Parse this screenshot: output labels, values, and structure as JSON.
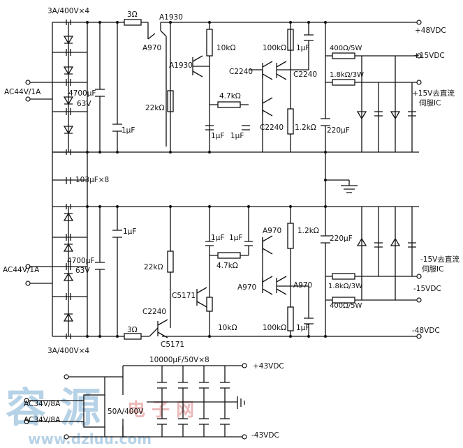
{
  "labels": {
    "fuse_top": "3A/400V×4",
    "fuse_bottom": "3A/400V×4",
    "r3_top": "3Ω",
    "r3_bottom": "3Ω",
    "q_a1930_top": "A1930",
    "q_a970_top": "A970",
    "q_a1930_mid": "A1930",
    "r10k_top": "10kΩ",
    "r100k_top": "100kΩ",
    "c1u_top_right": "1μF",
    "v_p48": "+48VDC",
    "r400_top": "400Ω/5W",
    "v_p15": "+15VDC",
    "r18k_top": "1.8kΩ/3W",
    "servo_top_1": "+15V去直流",
    "servo_top_2": "伺服IC",
    "ac_in_top": "AC44V/1A",
    "cap4700_top_1": "4700μF",
    "cap4700_top_2": "63V",
    "r22k_top": "22kΩ",
    "c1u_top_left": "1μF",
    "q_c2240_a": "C2240",
    "q_c2240_b": "C2240",
    "r47k_top": "4.7kΩ",
    "q_c2240_c": "C2240",
    "c1u_top_a": "1μF",
    "c1u_top_b": "1μF",
    "r12k_top": "1.2kΩ",
    "c220_top": "220μF",
    "cap103": "103μF×8",
    "c1u_bot_left": "1μF",
    "c1u_bot_a": "1μF",
    "c1u_bot_b": "1μF",
    "q_a970_a": "A970",
    "r12k_bot": "1.2kΩ",
    "c220_bot": "220μF",
    "r47k_bot": "4.7kΩ",
    "cap4700_bot_1": "4700μF",
    "cap4700_bot_2": "63V",
    "r22k_bot": "22kΩ",
    "ac_in_bot": "AC44V/1A",
    "servo_bot_1": "-15V去直流",
    "servo_bot_2": "伺服IC",
    "q_a970_b": "A970",
    "q_a970_c": "A970",
    "r18k_bot": "1.8kΩ/3W",
    "v_m15": "-15VDC",
    "q_c5171_a": "C5171",
    "r400_bot": "400Ω/5W",
    "r10k_bot": "10kΩ",
    "r100k_bot": "100kΩ",
    "c1u_bot_right": "1μF",
    "q_c2240_d": "C2240",
    "v_m48": "-48VDC",
    "q_c5171_b": "C5171",
    "cap10000": "10000μF/50V×8",
    "v_p43": "+43VDC",
    "ac34_a": "AC34V/8A",
    "ac34_b": "AC34V/8A",
    "bridge50a": "50A/400V",
    "v_m43": "-43VDC"
  },
  "watermark": {
    "main": "容 源",
    "sub": "电 子 网",
    "url": "www.dzluu.com"
  }
}
